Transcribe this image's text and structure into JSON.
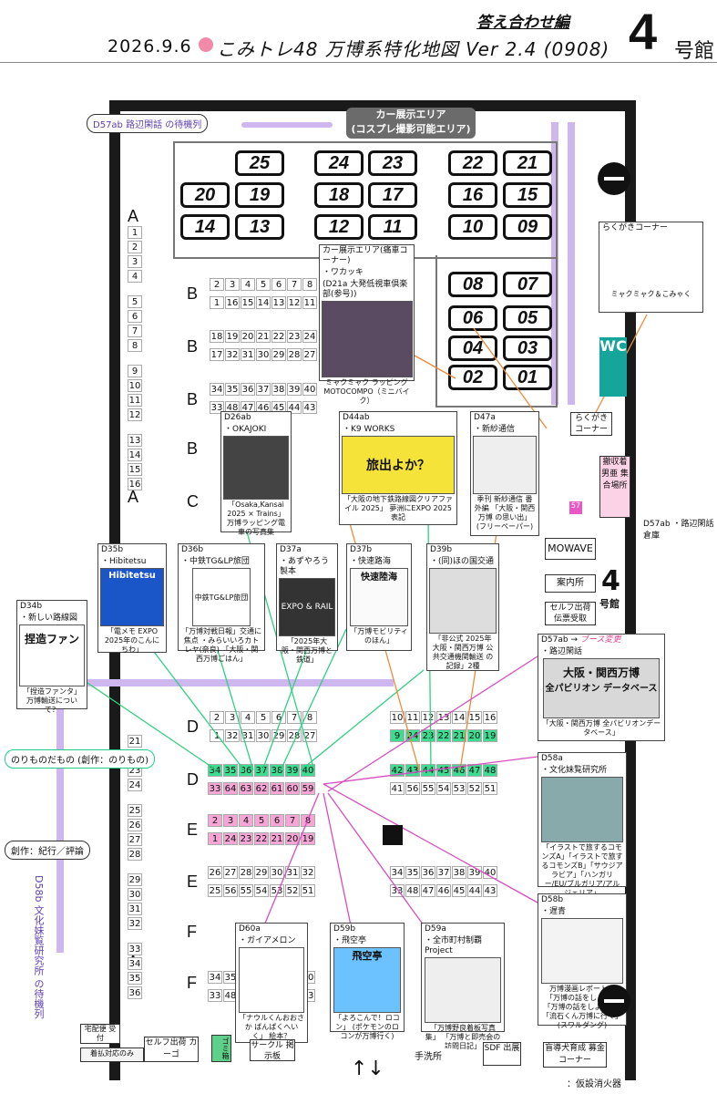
{
  "header": {
    "date": "2026.9.6",
    "title": "こみトレ48 万博系特化地図 Ver 2.4 (0908)",
    "subtitle": "答え合わせ編",
    "hall_number": "4",
    "hall_suffix": "号館"
  },
  "hall": {
    "car_area_label": "カー展示エリア",
    "car_area_sub": "(コスプレ撮影可能エリア)",
    "numbered_blocks": [
      "25",
      "24",
      "23",
      "22",
      "21",
      "20",
      "19",
      "18",
      "17",
      "16",
      "15",
      "14",
      "13",
      "12",
      "11",
      "10",
      "09",
      "08",
      "07",
      "06",
      "05",
      "04",
      "03",
      "02",
      "01"
    ]
  },
  "rows": {
    "letters": [
      "A",
      "B",
      "B",
      "B",
      "B",
      "C",
      "A",
      "D",
      "D",
      "E",
      "E",
      "F",
      "F",
      "A"
    ]
  },
  "callouts": {
    "d57ab_queue": "D57ab 路辺閑話 の待機列",
    "nori": "のりものだもの (創作：のりもの)",
    "kikou": "創作：紀行／評論",
    "d58b_queue": "D58b 文化妹覧研究所 の待機列"
  },
  "cards": {
    "car": {
      "title": "カー展示エリア(痛車コーナー)",
      "owner": "・ワカッキ",
      "note": "(D21a 大発低視車倶楽部(参号))",
      "cap": "ミャクミャク ラッピング MOTOCOMPO（ミニバイク）"
    },
    "d26ab": {
      "title": "D26ab",
      "name": "・OKAJOKI",
      "cap": "「Osaka,Kansai 2025 × Trains」 万博ラッピング電車の写真集"
    },
    "d44ab": {
      "title": "D44ab",
      "name": "・K9 WORKS",
      "img": "旅出よか？",
      "cap": "「大阪の地下鉄路線図クリアファイル 2025」 夢洲にEXPO 2025表記"
    },
    "d47a": {
      "title": "D47a",
      "name": "・新紗通信",
      "cap": "季刊 新紗通信 番外編 「大阪・関西万博 の思い出」 (フリーペーパー)"
    },
    "d35b": {
      "title": "D35b",
      "name": "・Hibitetsu",
      "img": "Hibitetsu",
      "cap": "「電メモ EXPO 2025年のこんにちわ」"
    },
    "d36b": {
      "title": "D36b",
      "name": "・中鉄TG&LP旅団",
      "img": "中鉄TG&LP旅団",
      "cap": "「万博対戦日報」交通に焦点 ・みらいいろカトレヤ(奈良) 「大阪・関西万博ごはん」"
    },
    "d37a": {
      "title": "D37a",
      "name": "・あずやろう製本",
      "img": "EXPO & RAIL",
      "cap": "「2025年大阪・関西万博と鉄道」"
    },
    "d37b": {
      "title": "D37b",
      "name": "・快速路海",
      "img": "快速陸海",
      "cap": "「万博モビリティ のほん」"
    },
    "d39b": {
      "title": "D39b",
      "name": "・(同)ほの国交通",
      "cap": "「非公式 2025年 大阪・関西万博 公共交通機関輸送 の記録」2種"
    },
    "d34b": {
      "title": "D34b",
      "name": "・新しい路線図",
      "img": "捏造ファン",
      "cap": "「捏造ファンタ」 万博輸送について？"
    },
    "d57ab": {
      "title": "D57ab",
      "arrow": "→",
      "note": "ブース変更",
      "name": "・路辺閑話",
      "img1": "大阪・関西万博",
      "img2": "全パビリオン データベース",
      "cap": "「大阪・関西万博 全パビリオンデータベース」"
    },
    "d58a": {
      "title": "D58a",
      "name": "・文化妹覧研究所",
      "cap": "「イラストで旅するコモンズA」「イラストで旅するコモンズB」「サウジアラビア」「ハンガリー/EU/ブルガリア/アルジェリア」"
    },
    "d58b": {
      "title": "D58b",
      "name": "・遅青",
      "cap": "万博漫画レポート本 「万博の話をしよう」「万博の話をしよう2」 「流石くん万博に行く」(スワルダング)"
    },
    "d60a": {
      "title": "D60a",
      "name": "・ガイアメロン",
      "cap": "「ナウルくんおおさか ばんぱくへいく」 絵本？"
    },
    "d59b": {
      "title": "D59b",
      "name": "・飛空亭",
      "img": "飛空亭",
      "cap": "「よろこんで！ロコン」 (ポケモンのロコンが万博行く)"
    },
    "d59a": {
      "title": "D59a",
      "name": "・全市町村制覇Project",
      "cap": "「万博野良着板写真集」 「万博と即売会の訪問日記」"
    }
  },
  "facilities": {
    "mowave": "MOWAVE",
    "info": "案内所",
    "self_ship": "セルフ出荷 伝票受取",
    "rakugaki": "らくがき コーナー",
    "rakugaki2": "らくがきコーナー",
    "myakumyaku": "ミャクミャク＆こみゃく",
    "wc": "WC",
    "trash": "撤収着男亜 集合場所",
    "d57ab_warehouse": "D57ab ・路辺閑話 倉庫",
    "hall_badge_num": "4",
    "hall_badge_kan": "号館",
    "delivery": "宅配便 受付",
    "cod": "着払対応のみ",
    "self_cargo": "セルフ出荷 カーゴ",
    "garbage": "ゴミ箱",
    "circle_board": "サークル 掲示板",
    "wash": "手洗所",
    "sdf": "SDF 出展",
    "guide_dog": "盲導犬育成 募金コーナー",
    "footer": "：仮設消火器"
  }
}
